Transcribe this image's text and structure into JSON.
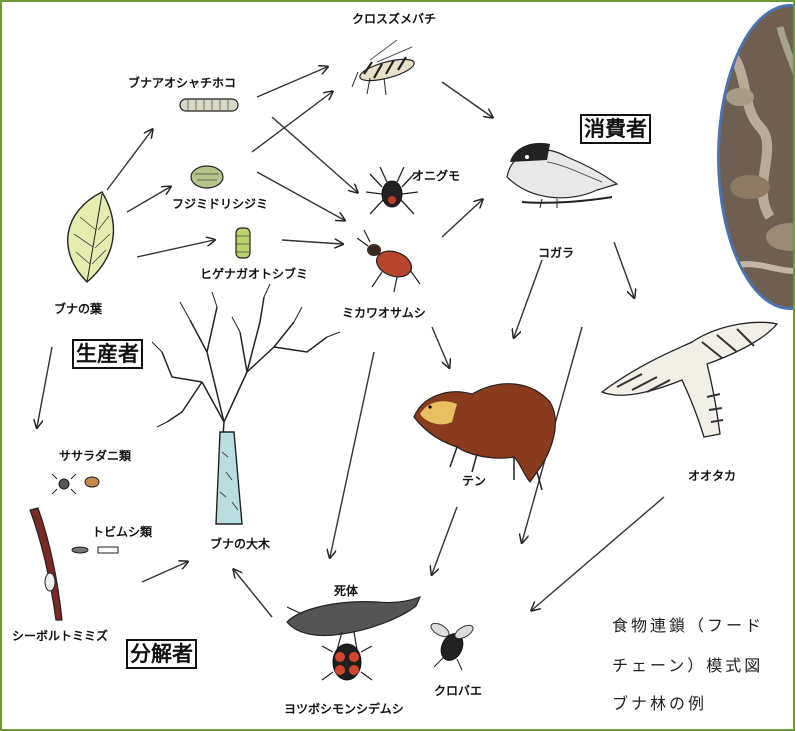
{
  "labels": {
    "kurosuzumebachi": "クロスズメバチ",
    "bunaaoshachihoko": "ブナアオシャチホコ",
    "fujimidorishijimi": "フジミドリシジミ",
    "onigumo": "オニグモ",
    "higenagaotoshibumi": "ヒゲナガオトシブミ",
    "mikawaosamushi": "ミカワオサムシ",
    "buna_leaf": "ブナの葉",
    "kogara": "コガラ",
    "buna_tree": "ブナの大木",
    "ten": "テン",
    "ootaka": "オオタカ",
    "sasaradani": "ササラダニ類",
    "tobimushi": "トビムシ類",
    "siebold_mimizu": "シーボルトミミズ",
    "shitai": "死体",
    "yotsuboshi": "ヨツボシモンシデムシ",
    "kurobae": "クロバエ"
  },
  "categories": {
    "producer": "生産者",
    "consumer": "消費者",
    "decomposer": "分解者"
  },
  "caption": {
    "line1": "食物連鎖（フード",
    "line2": "チェーン）模式図",
    "line3": "ブナ林の例"
  },
  "colors": {
    "frame_border": "#6f9a3c",
    "photo_border": "#4a73b5"
  }
}
